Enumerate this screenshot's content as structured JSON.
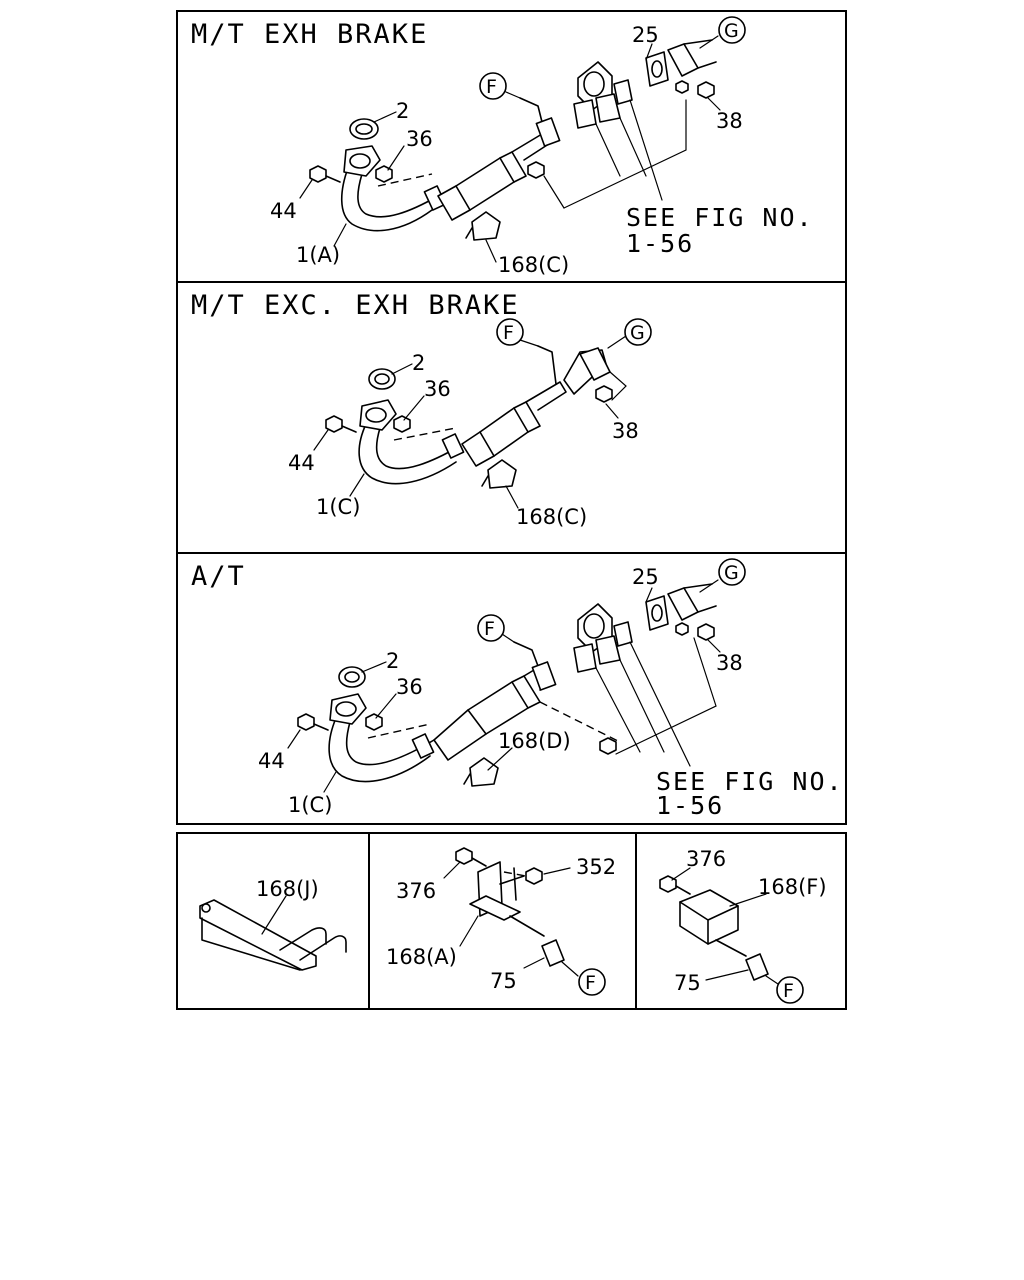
{
  "panels": {
    "mt_exh_brake": {
      "title": "M/T EXH BRAKE",
      "labels": [
        "2",
        "36",
        "44",
        "1(A)",
        "168(C)",
        "25",
        "38"
      ],
      "see_fig": [
        "SEE FIG NO.",
        "1-56"
      ],
      "marks": [
        "F",
        "G"
      ]
    },
    "mt_exc_exh_brake": {
      "title": "M/T EXC. EXH BRAKE",
      "labels": [
        "2",
        "36",
        "44",
        "1(C)",
        "168(C)",
        "38"
      ],
      "marks": [
        "F",
        "G"
      ]
    },
    "at": {
      "title": "A/T",
      "labels": [
        "2",
        "36",
        "44",
        "1(C)",
        "168(D)",
        "25",
        "38"
      ],
      "see_fig": [
        "SEE FIG NO.",
        "1-56"
      ],
      "marks": [
        "F",
        "G"
      ]
    },
    "detail_j": {
      "labels": [
        "168(J)"
      ]
    },
    "detail_a": {
      "labels": [
        "376",
        "352",
        "168(A)",
        "75"
      ],
      "marks": [
        "F"
      ]
    },
    "detail_f": {
      "labels": [
        "376",
        "168(F)",
        "75"
      ],
      "marks": [
        "F"
      ]
    }
  }
}
